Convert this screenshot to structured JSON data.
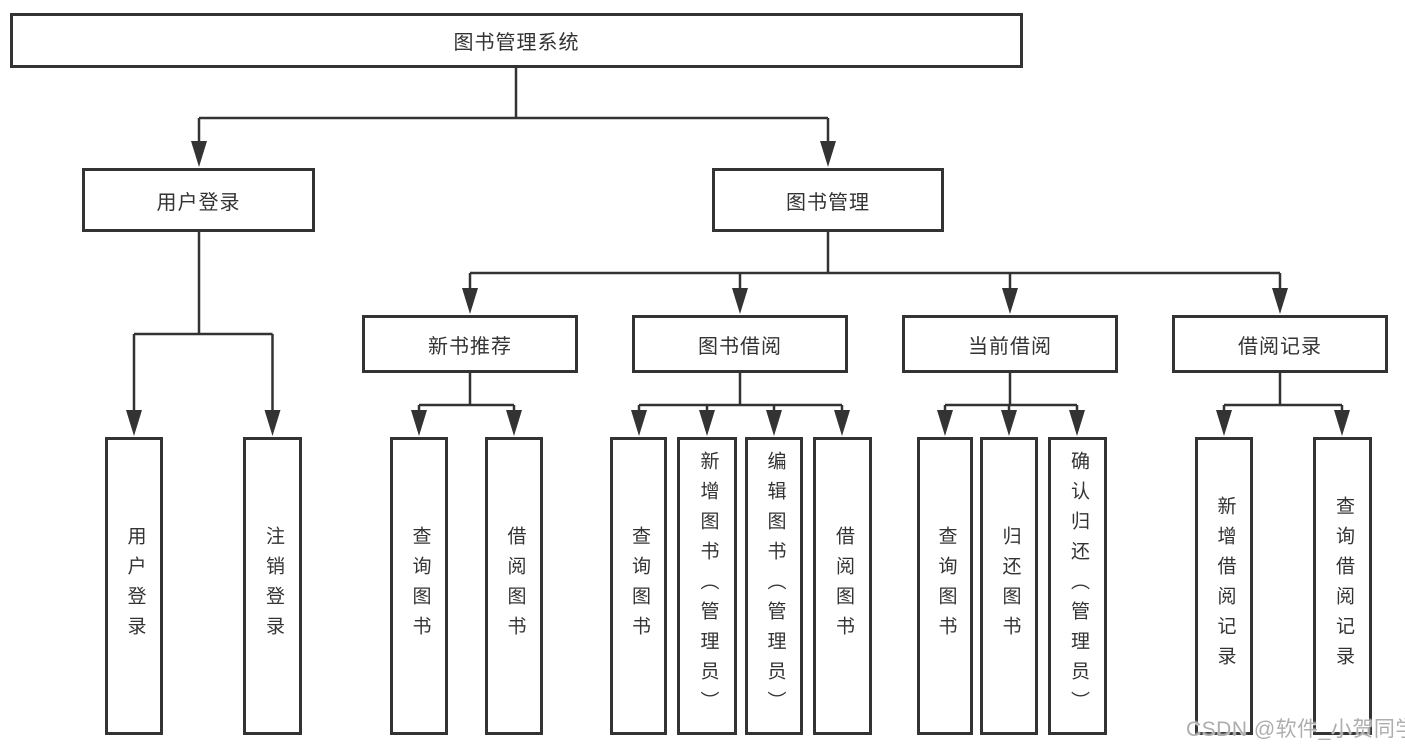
{
  "diagram": {
    "root": {
      "label": "图书管理系统"
    },
    "level2": [
      {
        "label": "用户登录"
      },
      {
        "label": "图书管理"
      }
    ],
    "level3": [
      {
        "label": "新书推荐",
        "parent": "图书管理"
      },
      {
        "label": "图书借阅",
        "parent": "图书管理"
      },
      {
        "label": "当前借阅",
        "parent": "图书管理"
      },
      {
        "label": "借阅记录",
        "parent": "图书管理"
      }
    ],
    "leaves": [
      {
        "label": "用户登录",
        "parent": "用户登录"
      },
      {
        "label": "注销登录",
        "parent": "用户登录"
      },
      {
        "label": "查询图书",
        "parent": "新书推荐"
      },
      {
        "label": "借阅图书",
        "parent": "新书推荐"
      },
      {
        "label": "查询图书",
        "parent": "图书借阅"
      },
      {
        "label": "新增图书（管理员）",
        "parent": "图书借阅"
      },
      {
        "label": "编辑图书（管理员）",
        "parent": "图书借阅"
      },
      {
        "label": "借阅图书",
        "parent": "图书借阅"
      },
      {
        "label": "查询图书",
        "parent": "当前借阅"
      },
      {
        "label": "归还图书",
        "parent": "当前借阅"
      },
      {
        "label": "确认归还（管理员）",
        "parent": "当前借阅"
      },
      {
        "label": "新增借阅记录",
        "parent": "借阅记录"
      },
      {
        "label": "查询借阅记录",
        "parent": "借阅记录"
      }
    ],
    "colors": {
      "line": "#333333",
      "text": "#333333",
      "background": "#ffffff",
      "watermark": "#aeaeae"
    }
  },
  "watermark": {
    "text": "CSDN @软件_小贺同学"
  }
}
